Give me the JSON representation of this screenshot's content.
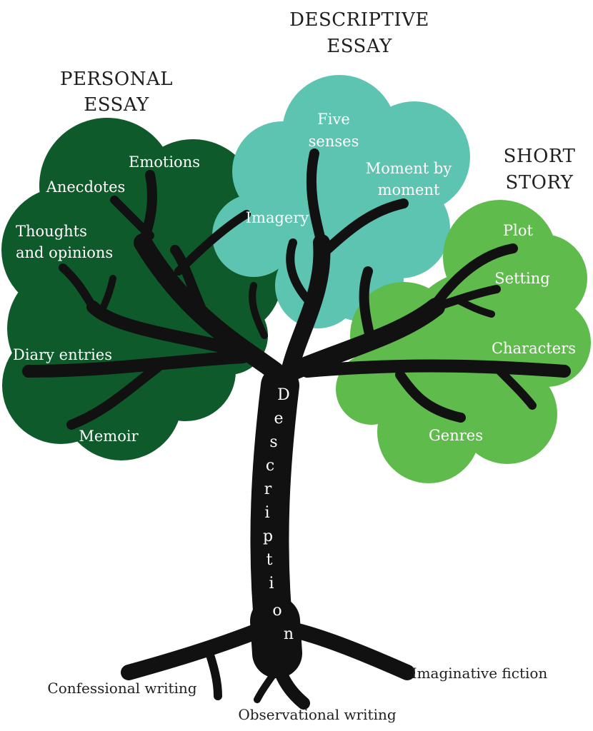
{
  "colors": {
    "personal": "#0f5a2a",
    "descriptive": "#5cc4b0",
    "short_story": "#5ebb4c",
    "tree": "#111111",
    "cloud_text": "#ffffff",
    "heading_text": "#1f1f1f"
  },
  "headings": {
    "personal": [
      "PERSONAL",
      "ESSAY"
    ],
    "descriptive": [
      "DESCRIPTIVE",
      "ESSAY"
    ],
    "short_story": [
      "SHORT",
      "STORY"
    ]
  },
  "personal_items": {
    "emotions": "Emotions",
    "anecdotes": "Anecdotes",
    "thoughts": [
      "Thoughts",
      "and opinions"
    ],
    "diary": "Diary entries",
    "memoir": "Memoir"
  },
  "descriptive_items": {
    "five_senses": [
      "Five",
      "senses"
    ],
    "moment": [
      "Moment by",
      "moment"
    ],
    "imagery": "Imagery"
  },
  "short_story_items": {
    "plot": "Plot",
    "setting": "Setting",
    "characters": "Characters",
    "genres": "Genres"
  },
  "trunk_label": [
    "D",
    "e",
    "s",
    "c",
    "r",
    "i",
    "p",
    "t",
    "i",
    "o",
    "n"
  ],
  "roots": {
    "confessional": "Confessional writing",
    "observational": "Observational writing",
    "imaginative": "Imaginative fiction"
  }
}
